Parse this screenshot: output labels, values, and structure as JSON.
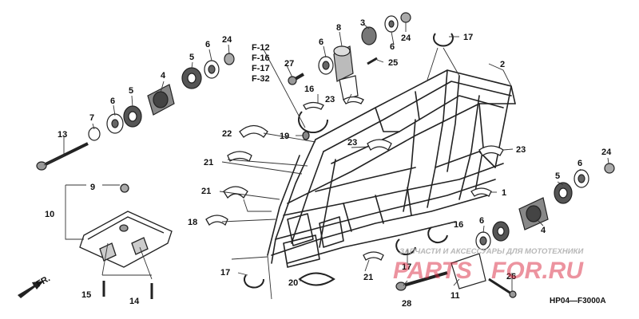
{
  "diagram": {
    "code": "HP04—F3000A",
    "fr_label": "FR.",
    "refs": [
      "F-12",
      "F-16",
      "F-17",
      "F-32"
    ]
  },
  "watermark": {
    "top_text": "ЗАПЧАСТИ И АКСЕССУАРЫ ДЛЯ МОТОТЕХНИКИ",
    "brand_left": "PARTS",
    "brand_right": "FOR.RU",
    "brand_color": "#d8243c"
  },
  "callouts": [
    {
      "id": "c1",
      "text": "1"
    },
    {
      "id": "c2",
      "text": "2"
    },
    {
      "id": "c3",
      "text": "3"
    },
    {
      "id": "c4a",
      "text": "4"
    },
    {
      "id": "c4b",
      "text": "4"
    },
    {
      "id": "c5a",
      "text": "5"
    },
    {
      "id": "c5b",
      "text": "5"
    },
    {
      "id": "c5c",
      "text": "5"
    },
    {
      "id": "c6a",
      "text": "6"
    },
    {
      "id": "c6b",
      "text": "6"
    },
    {
      "id": "c6c",
      "text": "6"
    },
    {
      "id": "c6d",
      "text": "6"
    },
    {
      "id": "c6e",
      "text": "6"
    },
    {
      "id": "c6f",
      "text": "6"
    },
    {
      "id": "c7",
      "text": "7"
    },
    {
      "id": "c8",
      "text": "8"
    },
    {
      "id": "c9",
      "text": "9"
    },
    {
      "id": "c10",
      "text": "10"
    },
    {
      "id": "c11",
      "text": "11"
    },
    {
      "id": "c13",
      "text": "13"
    },
    {
      "id": "c14",
      "text": "14"
    },
    {
      "id": "c15",
      "text": "15"
    },
    {
      "id": "c16a",
      "text": "16"
    },
    {
      "id": "c16b",
      "text": "16"
    },
    {
      "id": "c17a",
      "text": "17"
    },
    {
      "id": "c17b",
      "text": "17"
    },
    {
      "id": "c17c",
      "text": "17"
    },
    {
      "id": "c18",
      "text": "18"
    },
    {
      "id": "c19",
      "text": "19"
    },
    {
      "id": "c20",
      "text": "20"
    },
    {
      "id": "c21a",
      "text": "21"
    },
    {
      "id": "c21b",
      "text": "21"
    },
    {
      "id": "c21c",
      "text": "21"
    },
    {
      "id": "c22",
      "text": "22"
    },
    {
      "id": "c23a",
      "text": "23"
    },
    {
      "id": "c23b",
      "text": "23"
    },
    {
      "id": "c23c",
      "text": "23"
    },
    {
      "id": "c24a",
      "text": "24"
    },
    {
      "id": "c24b",
      "text": "24"
    },
    {
      "id": "c24c",
      "text": "24"
    },
    {
      "id": "c25",
      "text": "25"
    },
    {
      "id": "c26",
      "text": "26"
    },
    {
      "id": "c27",
      "text": "27"
    },
    {
      "id": "c28",
      "text": "28"
    }
  ]
}
